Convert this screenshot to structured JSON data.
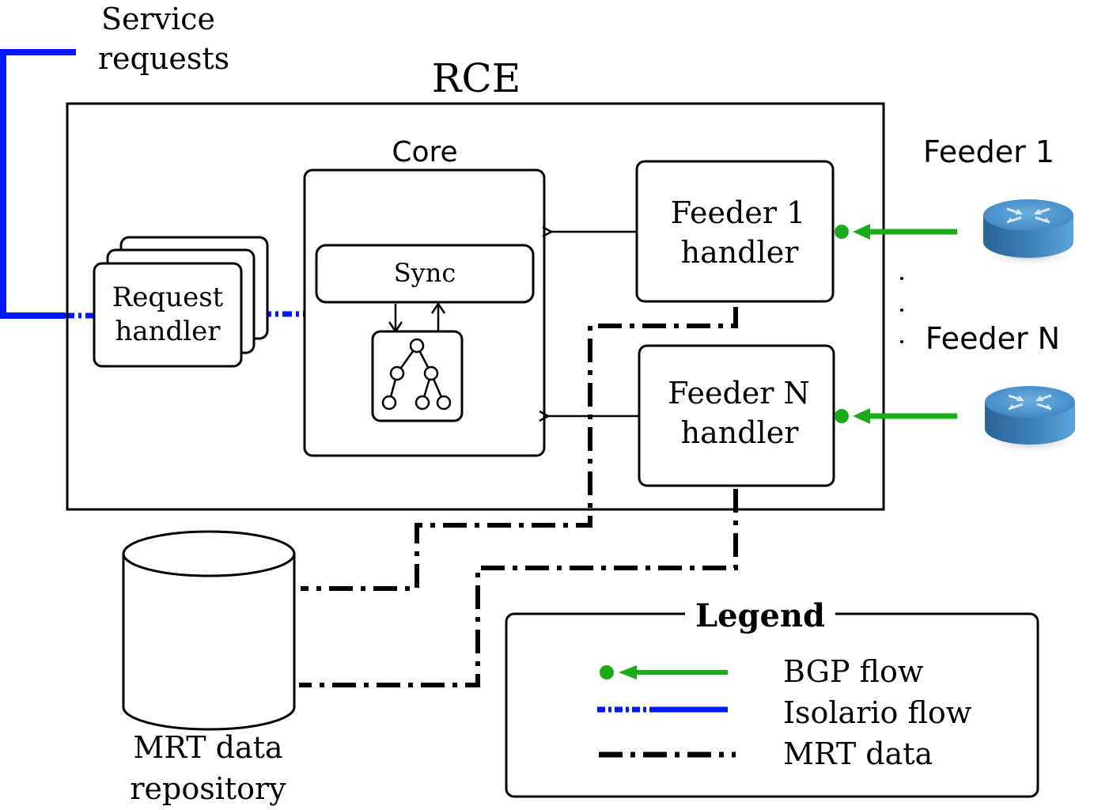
{
  "title": "RCE",
  "service_requests": [
    "Service",
    "requests"
  ],
  "core": {
    "label": "Core",
    "sync_label": "Sync"
  },
  "request_handler": [
    "Request",
    "handler"
  ],
  "feeder1_handler": [
    "Feeder 1",
    "handler"
  ],
  "feederN_handler": [
    "Feeder N",
    "handler"
  ],
  "feeder1_label": "Feeder 1",
  "feederN_label": "Feeder N",
  "repository": [
    "MRT data",
    "repository"
  ],
  "legend": {
    "title": "Legend",
    "items": [
      {
        "label": "BGP flow",
        "kind": "bgp"
      },
      {
        "label": "Isolario flow",
        "kind": "isolario"
      },
      {
        "label": "MRT data",
        "kind": "mrt"
      }
    ]
  },
  "colors": {
    "bgp": "#1aab1a",
    "isolario": "#0019ff",
    "mrt": "#000000",
    "router_top": "#5a9bd1",
    "router_side": "#2f6ea6"
  },
  "icons": [
    "router-icon",
    "tree-icon",
    "database-icon"
  ]
}
